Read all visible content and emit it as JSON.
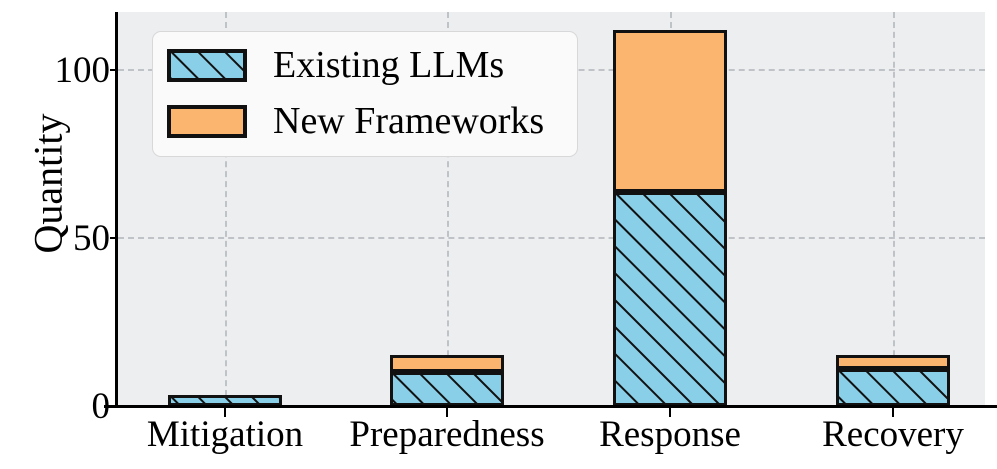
{
  "chart_data": {
    "type": "bar",
    "subtype": "stacked-vertical",
    "title": "",
    "xlabel": "",
    "ylabel": "Quantity",
    "categories": [
      "Mitigation",
      "Preparedness",
      "Response",
      "Recovery"
    ],
    "series": [
      {
        "name": "Existing LLMs",
        "values": [
          2,
          10,
          64,
          11
        ],
        "color": "#8ACFE8",
        "hatch": "///"
      },
      {
        "name": "New Frameworks",
        "values": [
          0,
          5,
          49,
          4
        ],
        "color": "#FBB56E",
        "hatch": ""
      }
    ],
    "totals": [
      2,
      15,
      113,
      15
    ],
    "ylim": [
      0,
      117
    ],
    "yticks": [
      0,
      50,
      100
    ],
    "ytick_labels": [
      "0",
      "50",
      "100"
    ],
    "grid": true,
    "grid_axis": "both",
    "grid_style": "dashed",
    "legend_position": "upper left",
    "legend_entries": [
      "Existing LLMs",
      "New Frameworks"
    ],
    "plot_background": "#EDEEF0",
    "figure_background": "#FFFFFF",
    "edge_color": "#111111"
  },
  "legend": {
    "items": [
      {
        "label": "Existing LLMs"
      },
      {
        "label": "New Frameworks"
      }
    ]
  },
  "axes": {
    "ylabel": "Quantity",
    "ytick_labels": [
      "100",
      "50",
      "0"
    ],
    "xtick_labels": [
      "Mitigation",
      "Preparedness",
      "Response",
      "Recovery"
    ]
  }
}
